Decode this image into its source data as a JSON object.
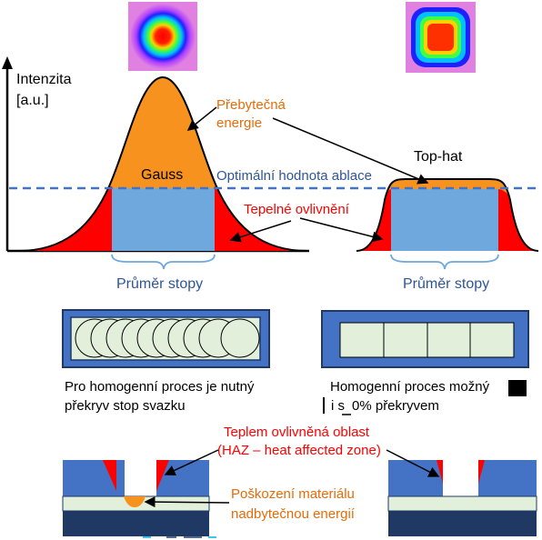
{
  "gauss_diagram": {
    "ylabel_line1": "Intenzita",
    "ylabel_line2": "[a.u.]",
    "curve_label": "Gauss",
    "spot_label": "Průměr stopy"
  },
  "tophat_diagram": {
    "curve_label": "Top-hat",
    "spot_label": "Průměr stopy"
  },
  "annotations": {
    "excess_energy_line1": "Přebytečná",
    "excess_energy_line2": "energie",
    "optimal_ablation": "Optimální hodnota ablace",
    "thermal_influence": "Tepelné ovlivnění"
  },
  "overlap_section": {
    "gauss_text_line1": "Pro homogenní proces je nutný",
    "gauss_text_line2": "překryv stop svazku",
    "tophat_text_line1": "Homogenní proces možný",
    "tophat_text_line2_prefix": "i s",
    "tophat_text_line2_rest": "0% překryvem"
  },
  "haz_section": {
    "haz_line1": "Teplem ovlivněná oblast",
    "haz_line2": "(HAZ – heat affected zone)",
    "damage_line1": "Poškození materiálu",
    "damage_line2": "nadbytečnou energií"
  },
  "colors": {
    "orange": "#f7921e",
    "red": "#ff0000",
    "blue_fill": "#6fa8dc",
    "dark_blue": "#1f3864",
    "mid_blue": "#4472c4",
    "dashed_line": "#4472c4",
    "label_blue": "#2e5597",
    "orange_text": "#e46c0a",
    "red_text": "#ff0000",
    "pale_green": "#e2efda"
  }
}
